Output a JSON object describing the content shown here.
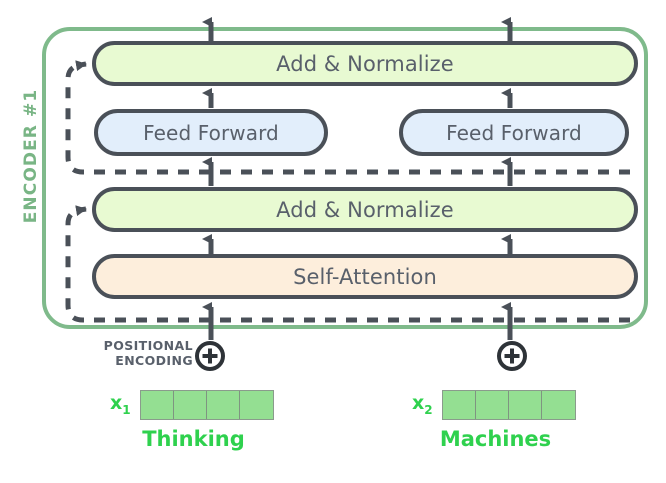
{
  "diagram": {
    "title": "Transformer Encoder #1 block diagram",
    "encoder_label": "ENCODER #1",
    "colors": {
      "encoder_border": "#79b585",
      "encoder_label_text": "#79b585",
      "box_stroke": "#4a5058",
      "box_text": "#59606b",
      "add_norm_fill": "#e8fad2",
      "feed_forward_fill": "#e2eefb",
      "self_attention_fill": "#fdeedc",
      "arrow": "#4a5058",
      "residual_dash": "#4a5058",
      "embedding_fill": "#94df92",
      "embedding_stroke": "#8a9b8c",
      "word_text": "#2fd14e"
    }
  },
  "blocks": {
    "add_norm_top": "Add & Normalize",
    "feed_forward_left": "Feed Forward",
    "feed_forward_right": "Feed Forward",
    "add_norm_bottom": "Add & Normalize",
    "self_attention": "Self-Attention"
  },
  "positional_encoding": {
    "line1": "POSITIONAL",
    "line2": "ENCODING",
    "operator_icon": "plus-circle-icon",
    "operator_symbol": "+"
  },
  "tokens": [
    {
      "var_label": "x",
      "var_subscript": "1",
      "word": "Thinking",
      "embedding_cells": 4
    },
    {
      "var_label": "x",
      "var_subscript": "2",
      "word": "Machines",
      "embedding_cells": 4
    }
  ]
}
